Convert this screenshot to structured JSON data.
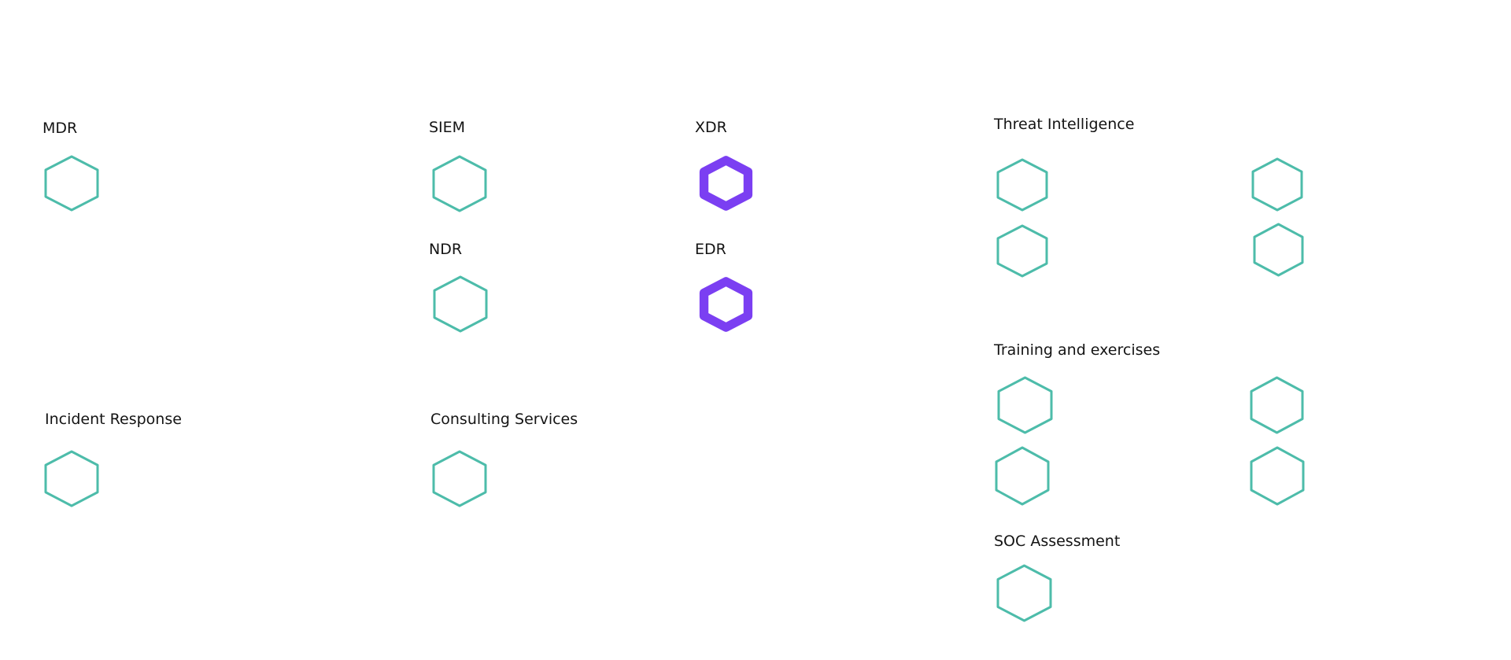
{
  "colors": {
    "outline": "#4dbcaa",
    "accent": "#7b3ff2",
    "text": "#141414",
    "background": "#ffffff"
  },
  "groups": [
    {
      "id": "mdr",
      "label": "MDR",
      "items": [
        {
          "icon": "hexagon-outline-icon",
          "style": "outline"
        }
      ]
    },
    {
      "id": "siem",
      "label": "SIEM",
      "items": [
        {
          "icon": "hexagon-outline-icon",
          "style": "outline"
        }
      ]
    },
    {
      "id": "ndr",
      "label": "NDR",
      "items": [
        {
          "icon": "hexagon-outline-icon",
          "style": "outline"
        }
      ]
    },
    {
      "id": "xdr",
      "label": "XDR",
      "items": [
        {
          "icon": "hexagon-filled-ring-icon",
          "style": "accent"
        }
      ]
    },
    {
      "id": "edr",
      "label": "EDR",
      "items": [
        {
          "icon": "hexagon-filled-ring-icon",
          "style": "accent"
        }
      ]
    },
    {
      "id": "threat-intelligence",
      "label": "Threat Intelligence",
      "items": [
        {
          "icon": "hexagon-outline-icon",
          "style": "outline"
        },
        {
          "icon": "hexagon-outline-icon",
          "style": "outline"
        },
        {
          "icon": "hexagon-outline-icon",
          "style": "outline"
        },
        {
          "icon": "hexagon-outline-icon",
          "style": "outline"
        }
      ]
    },
    {
      "id": "training",
      "label": "Training  and exercises",
      "items": [
        {
          "icon": "hexagon-outline-icon",
          "style": "outline"
        },
        {
          "icon": "hexagon-outline-icon",
          "style": "outline"
        },
        {
          "icon": "hexagon-outline-icon",
          "style": "outline"
        },
        {
          "icon": "hexagon-outline-icon",
          "style": "outline"
        }
      ]
    },
    {
      "id": "soc-assessment",
      "label": "SOC Assessment",
      "items": [
        {
          "icon": "hexagon-outline-icon",
          "style": "outline"
        }
      ]
    },
    {
      "id": "incident-response",
      "label": "Incident Response",
      "items": [
        {
          "icon": "hexagon-outline-icon",
          "style": "outline"
        }
      ]
    },
    {
      "id": "consulting-services",
      "label": "Consulting Services",
      "items": [
        {
          "icon": "hexagon-outline-icon",
          "style": "outline"
        }
      ]
    }
  ]
}
